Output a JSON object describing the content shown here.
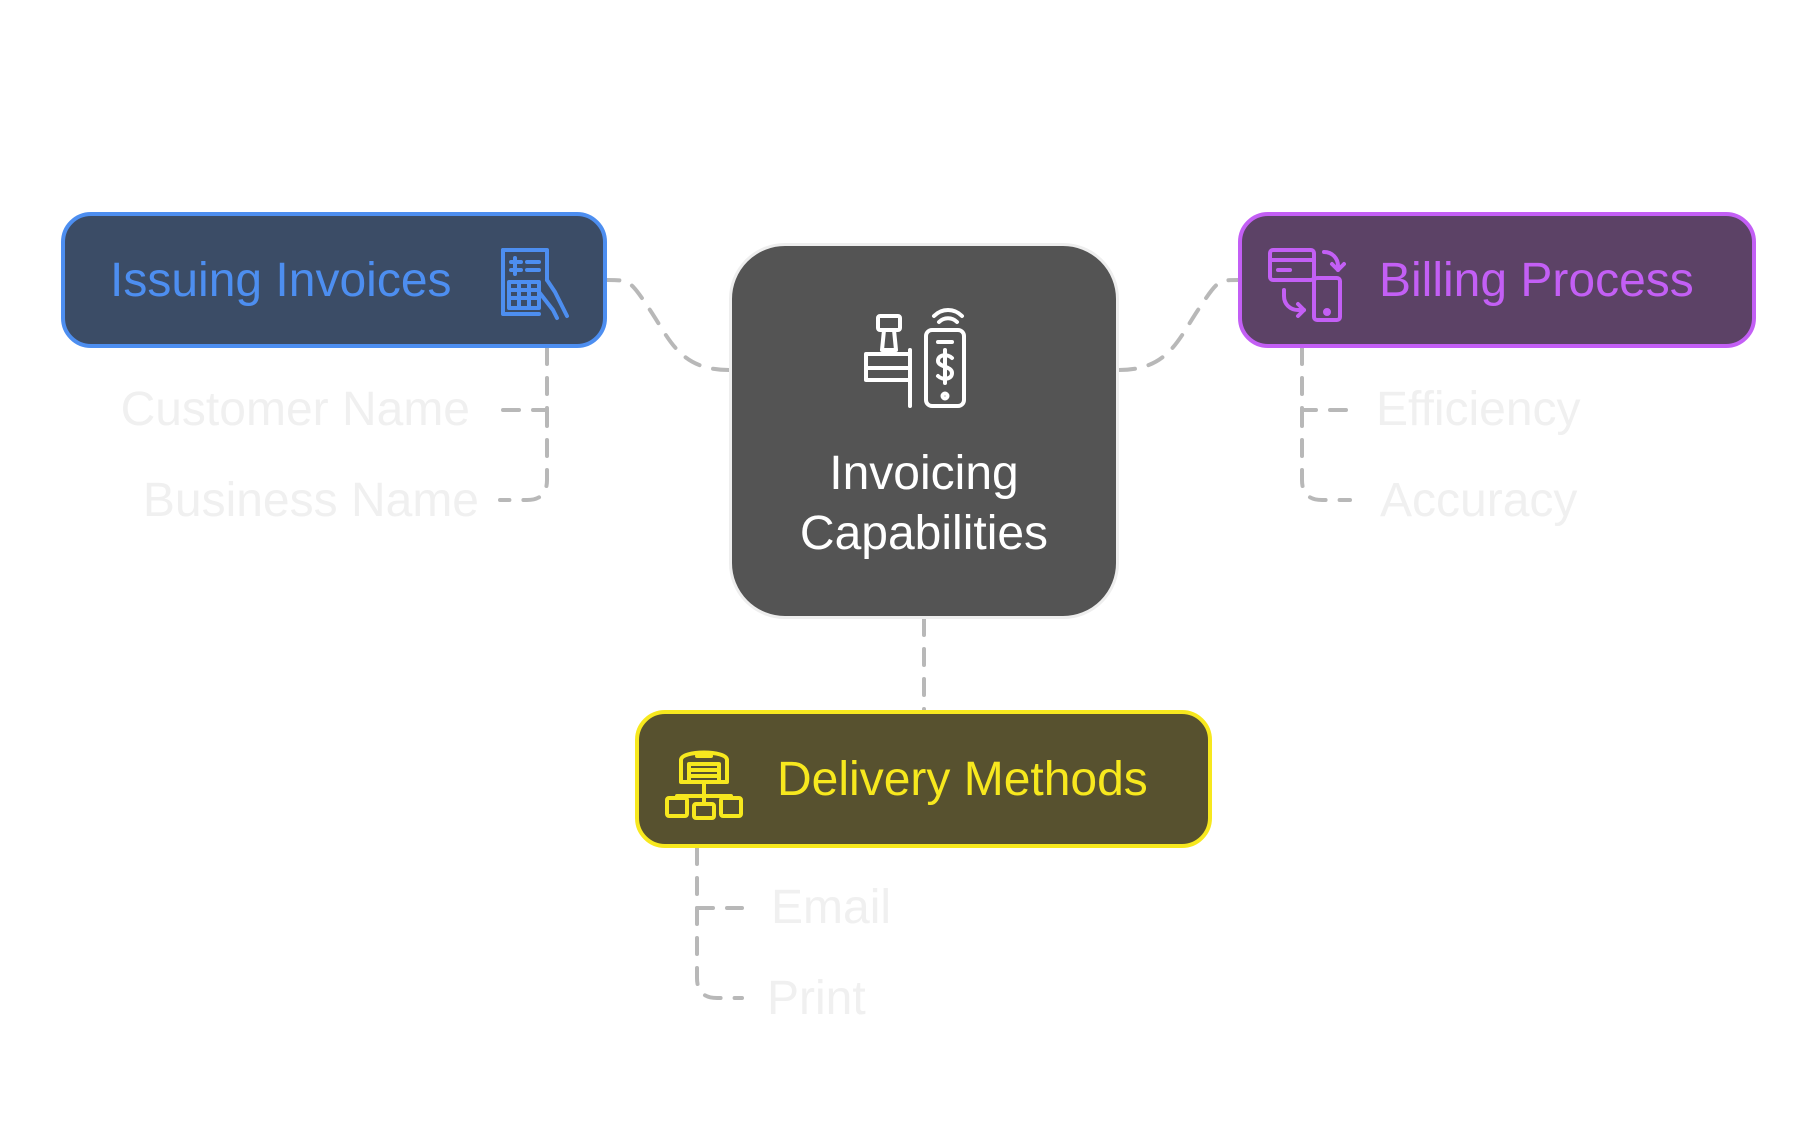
{
  "center": {
    "label": "Invoicing Capabilities",
    "icon": "cash-register-mobile-payment-icon",
    "fill_color": "#545454",
    "text_color": "#ffffff"
  },
  "branches": {
    "issuing": {
      "label": "Issuing Invoices",
      "icon": "invoice-document-hand-icon",
      "fill_color": "#3b4c66",
      "accent_color": "#4d8ef0",
      "items": [
        "Customer Name",
        "Business Name"
      ]
    },
    "billing": {
      "label": "Billing Process",
      "icon": "card-to-phone-transfer-icon",
      "fill_color": "#5c4266",
      "accent_color": "#c35ff5",
      "items": [
        "Efficiency",
        "Accuracy"
      ]
    },
    "delivery": {
      "label": "Delivery Methods",
      "icon": "warehouse-distribution-icon",
      "fill_color": "#57512f",
      "accent_color": "#f7e81e",
      "items": [
        "Email",
        "Print"
      ]
    }
  },
  "colors": {
    "connector": "#b8b8b8",
    "leaf_text": "#f0f0f0"
  }
}
